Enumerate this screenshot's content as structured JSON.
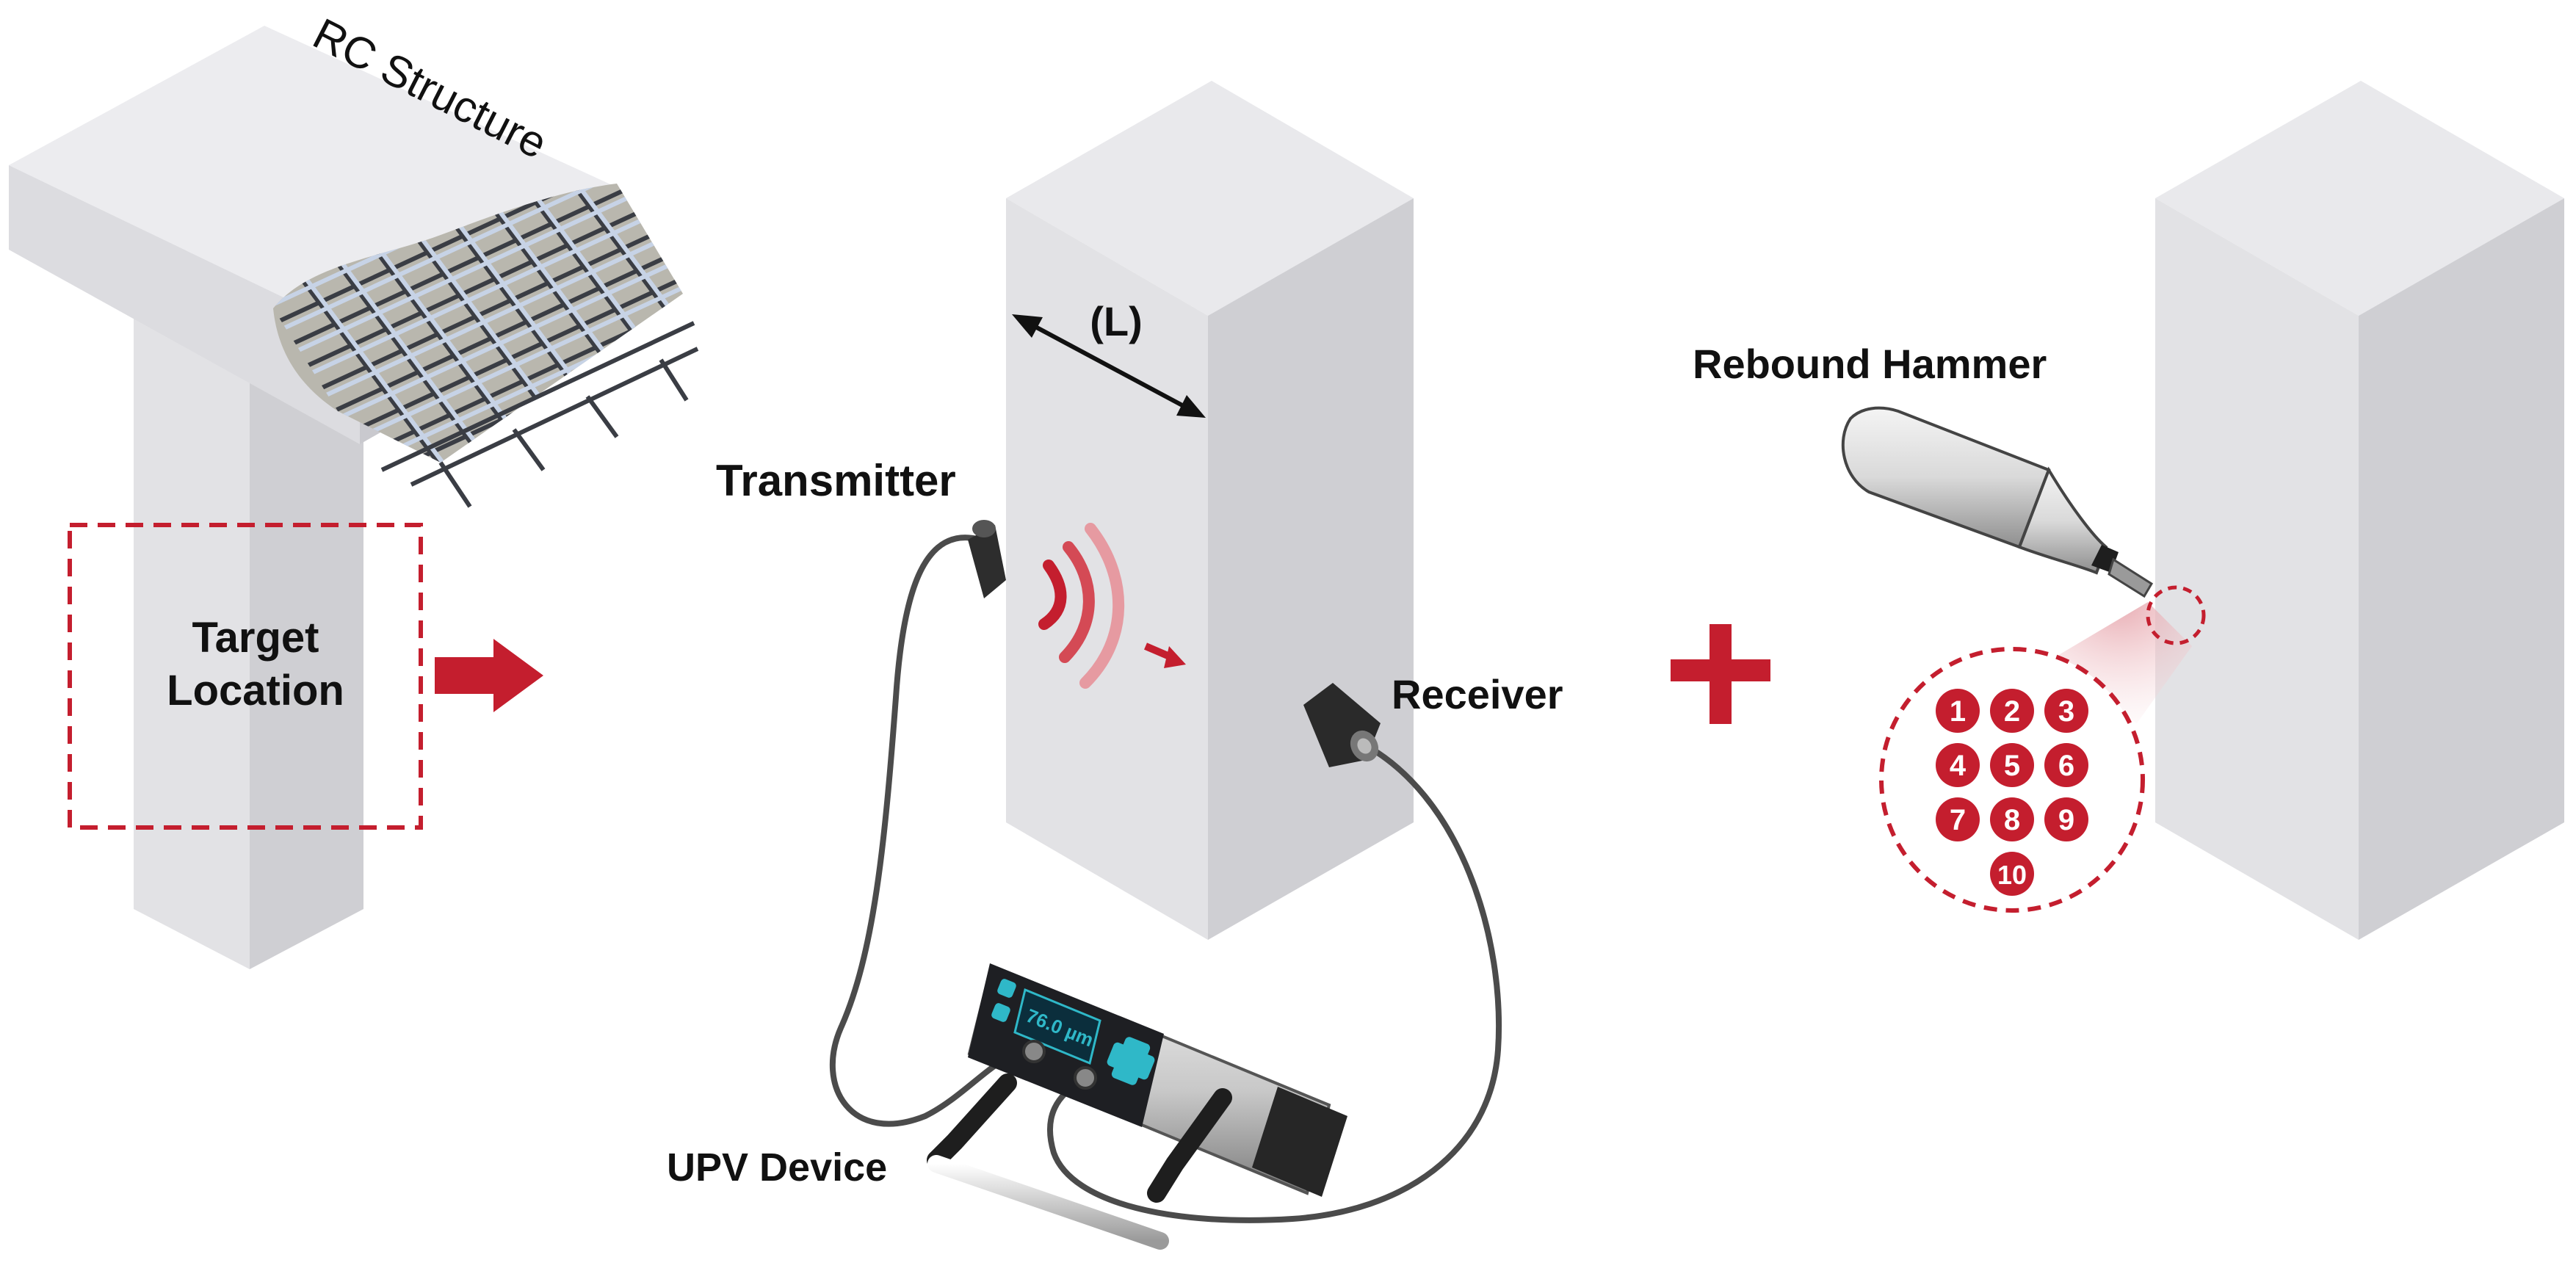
{
  "labels": {
    "rc_structure": "RC Structure",
    "target_line1": "Target",
    "target_line2": "Location",
    "transmitter": "Transmitter",
    "length": "(L)",
    "receiver": "Receiver",
    "upv_device": "UPV Device",
    "rebound_hammer": "Rebound Hammer"
  },
  "device": {
    "screen_reading": "76.0 µm"
  },
  "rebound_points": [
    "1",
    "2",
    "3",
    "4",
    "5",
    "6",
    "7",
    "8",
    "9",
    "10"
  ],
  "colors": {
    "accent_red": "#C41E2E",
    "concrete_front": "#DADADD",
    "concrete_side": "#C9C9CD",
    "concrete_top": "#E9E9EC",
    "screen_teal": "#2FB8C8",
    "rebar_light": "#C7D3E6",
    "rebar_dark": "#3A3D44"
  }
}
